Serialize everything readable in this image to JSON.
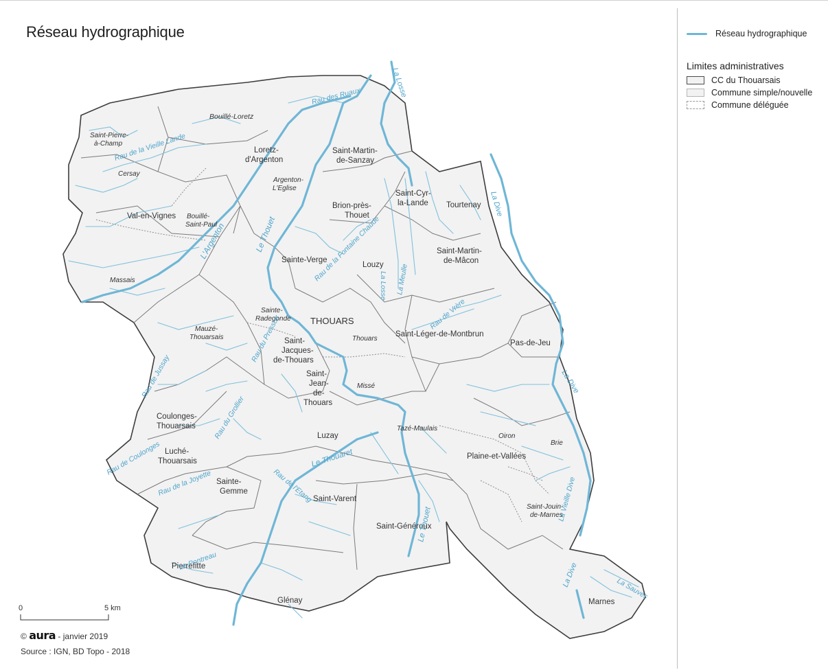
{
  "title": "Réseau hydrographique",
  "legend": {
    "river_label": "Réseau hydrographique",
    "admin_heading": "Limites administratives",
    "items": [
      {
        "label": "CC du Thouarsais"
      },
      {
        "label": "Commune simple/nouvelle"
      },
      {
        "label": "Commune déléguée"
      }
    ]
  },
  "colors": {
    "river": "#6fb6d6",
    "commune_fill": "#f2f2f2",
    "border": "#555555"
  },
  "scale": {
    "start": "0",
    "end": "5 km"
  },
  "credit": {
    "copyright": "©",
    "logo": "aura",
    "text": "- janvier 2019"
  },
  "source": "Source : IGN, BD Topo - 2018",
  "communes": [
    {
      "name": "Bouillé-Loretz",
      "italic": true
    },
    {
      "name": "Saint-Pierre-",
      "italic": true
    },
    {
      "name": "à-Champ",
      "italic": true
    },
    {
      "name": "Cersay",
      "italic": true
    },
    {
      "name": "Loretz-",
      "italic": false
    },
    {
      "name": "d'Argenton",
      "italic": false
    },
    {
      "name": "Argenton-",
      "italic": true
    },
    {
      "name": "L'Eglise",
      "italic": true
    },
    {
      "name": "Saint-Martin-",
      "italic": false
    },
    {
      "name": "de-Sanzay",
      "italic": false
    },
    {
      "name": "Val-en-Vignes",
      "italic": false
    },
    {
      "name": "Bouillé-",
      "italic": true
    },
    {
      "name": "Saint-Paul",
      "italic": true
    },
    {
      "name": "Brion-près-",
      "italic": false
    },
    {
      "name": "Thouet",
      "italic": false
    },
    {
      "name": "Saint-Cyr-",
      "italic": false
    },
    {
      "name": "la-Lande",
      "italic": false
    },
    {
      "name": "Tourtenay",
      "italic": false
    },
    {
      "name": "Saint-Martin-",
      "italic": false
    },
    {
      "name": "de-Mâcon",
      "italic": false
    },
    {
      "name": "Sainte-Verge",
      "italic": false
    },
    {
      "name": "Louzy",
      "italic": false
    },
    {
      "name": "Massais",
      "italic": true
    },
    {
      "name": "Sainte-",
      "italic": true
    },
    {
      "name": "Radegonde",
      "italic": true
    },
    {
      "name": "THOUARS",
      "italic": false
    },
    {
      "name": "Mauzé-",
      "italic": true
    },
    {
      "name": "Thouarsais",
      "italic": true
    },
    {
      "name": "Thouars",
      "italic": true
    },
    {
      "name": "Saint-Léger-de-Montbrun",
      "italic": false
    },
    {
      "name": "Pas-de-Jeu",
      "italic": false
    },
    {
      "name": "Saint-",
      "italic": false
    },
    {
      "name": "Jacques-",
      "italic": false
    },
    {
      "name": "de-Thouars",
      "italic": false
    },
    {
      "name": "Saint-",
      "italic": false
    },
    {
      "name": "Jean-",
      "italic": false
    },
    {
      "name": "de-",
      "italic": false
    },
    {
      "name": "Thouars",
      "italic": false
    },
    {
      "name": "Missé",
      "italic": true
    },
    {
      "name": "Coulonges-",
      "italic": false
    },
    {
      "name": "Thouarsais",
      "italic": false
    },
    {
      "name": "Luzay",
      "italic": false
    },
    {
      "name": "Tazé-Maulais",
      "italic": true
    },
    {
      "name": "Oiron",
      "italic": true
    },
    {
      "name": "Brie",
      "italic": true
    },
    {
      "name": "Luché-",
      "italic": false
    },
    {
      "name": "Thouarsais",
      "italic": false
    },
    {
      "name": "Plaine-et-Vallées",
      "italic": false
    },
    {
      "name": "Sainte-",
      "italic": false
    },
    {
      "name": "Gemme",
      "italic": false
    },
    {
      "name": "Saint-Varent",
      "italic": false
    },
    {
      "name": "Saint-Jouin-",
      "italic": true
    },
    {
      "name": "de-Marnes",
      "italic": true
    },
    {
      "name": "Saint-Généroux",
      "italic": false
    },
    {
      "name": "Pierrefitte",
      "italic": false
    },
    {
      "name": "Glénay",
      "italic": false
    },
    {
      "name": "Marnes",
      "italic": false
    }
  ],
  "rivers": [
    {
      "name": "Rau des Ruaux"
    },
    {
      "name": "La Losse"
    },
    {
      "name": "Rau de la Vieille Lande"
    },
    {
      "name": "Le Thouet"
    },
    {
      "name": "L'Argenton"
    },
    {
      "name": "La Dive"
    },
    {
      "name": "Rau de la Fontaine Chaude"
    },
    {
      "name": "La Losse"
    },
    {
      "name": "La Meulle"
    },
    {
      "name": "Rau du Pressoir"
    },
    {
      "name": "Rau de Vrère"
    },
    {
      "name": "Rau de Jussay"
    },
    {
      "name": "La Dive"
    },
    {
      "name": "Rau du Grollier"
    },
    {
      "name": "Rau de Coulonges"
    },
    {
      "name": "Le Thouaret"
    },
    {
      "name": "Rau de l'Etang"
    },
    {
      "name": "Rau de la Joyette"
    },
    {
      "name": "La Vieille Dive"
    },
    {
      "name": "Le Thouet"
    },
    {
      "name": "Le Pontreau"
    },
    {
      "name": "La Dive"
    },
    {
      "name": "La Sauves"
    }
  ]
}
